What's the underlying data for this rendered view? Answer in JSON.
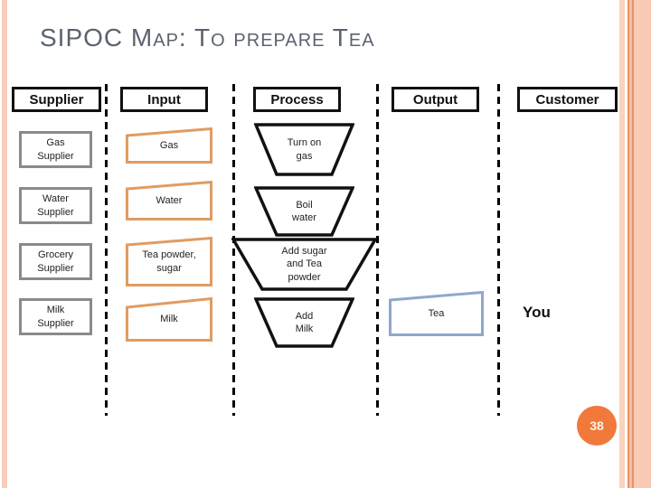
{
  "slide": {
    "title": "SIPOC Map: To prepare Tea",
    "page_number": "38"
  },
  "columns": [
    {
      "label": "Supplier"
    },
    {
      "label": "Input"
    },
    {
      "label": "Process"
    },
    {
      "label": "Output"
    },
    {
      "label": "Customer"
    }
  ],
  "rows": [
    {
      "supplier": "Gas Supplier",
      "input": "Gas",
      "process": "Turn on gas"
    },
    {
      "supplier": "Water Supplier",
      "input": "Water",
      "process": "Boil water"
    },
    {
      "supplier": "Grocery Supplier",
      "input": "Tea powder, sugar",
      "process": "Add sugar and Tea powder"
    },
    {
      "supplier": "Milk Supplier",
      "input": "Milk",
      "process": "Add Milk",
      "output": "Tea",
      "customer": "You"
    }
  ],
  "colors": {
    "title_text": "#5B6370",
    "supplier_box_border": "#8A8A8A",
    "input_shape_border": "#E09C62",
    "output_shape_border": "#8FA7CC",
    "process_shape_border": "#111111",
    "page_badge": "#F0793B",
    "stripe_peach": "#F9CCB6",
    "stripe_line": "#E5956B"
  }
}
